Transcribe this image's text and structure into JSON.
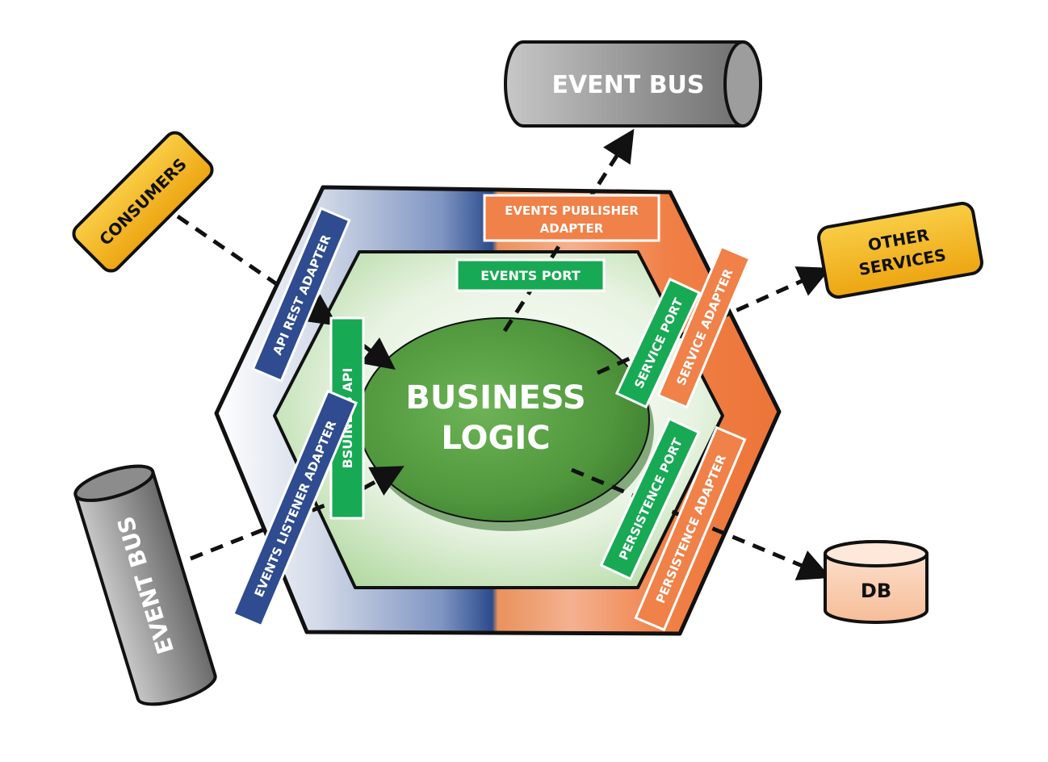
{
  "center": {
    "line1": "BUSINESS",
    "line2": "LOGIC"
  },
  "ports": {
    "events_port": "EVENTS PORT",
    "business_api": "BSUINESS API",
    "service_port": "SERVICE PORT",
    "persistence_port": "PERSISTENCE PORT"
  },
  "adapters": {
    "events_publisher_line1": "EVENTS PUBLISHER",
    "events_publisher_line2": "ADAPTER",
    "api_rest": "API REST ADAPTER",
    "events_listener": "EVENTS LISTENER ADAPTER",
    "service": "SERVICE ADAPTER",
    "persistence": "PERSISTENCE ADAPTER"
  },
  "external": {
    "event_bus_top": "EVENT BUS",
    "event_bus_left": "EVENT BUS",
    "consumers": "CONSUMERS",
    "other_services_line1": "OTHER",
    "other_services_line2": "SERVICES",
    "db": "DB"
  },
  "colors": {
    "adapter_blue": "#2E4C8F",
    "adapter_orange": "#F08148",
    "port_green": "#1AAA55",
    "core_green": "#5DA54A",
    "external_yellow": "#F5B820",
    "external_gray": "#8A8A8A",
    "db_fill": "#F8C9A8"
  }
}
